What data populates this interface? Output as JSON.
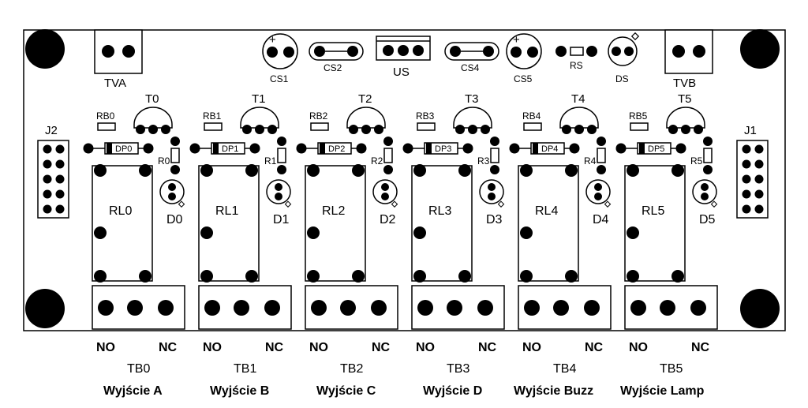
{
  "top": {
    "TVA": "TVA",
    "CS1": "CS1",
    "CS2": "CS2",
    "US": "US",
    "CS4": "CS4",
    "CS5": "CS5",
    "RS": "RS",
    "DS": "DS",
    "TVB": "TVB",
    "J2": "J2",
    "J1": "J1",
    "plus": "+"
  },
  "channels": [
    {
      "rb": "RB0",
      "t": "T0",
      "dp": "DP0",
      "r": "R0",
      "d": "D0",
      "rl": "RL0",
      "no": "NO",
      "nc": "NC",
      "tb": "TB0",
      "out": "Wyjście A"
    },
    {
      "rb": "RB1",
      "t": "T1",
      "dp": "DP1",
      "r": "R1",
      "d": "D1",
      "rl": "RL1",
      "no": "NO",
      "nc": "NC",
      "tb": "TB1",
      "out": "Wyjście B"
    },
    {
      "rb": "RB2",
      "t": "T2",
      "dp": "DP2",
      "r": "R2",
      "d": "D2",
      "rl": "RL2",
      "no": "NO",
      "nc": "NC",
      "tb": "TB2",
      "out": "Wyjście C"
    },
    {
      "rb": "RB3",
      "t": "T3",
      "dp": "DP3",
      "r": "R3",
      "d": "D3",
      "rl": "RL3",
      "no": "NO",
      "nc": "NC",
      "tb": "TB3",
      "out": "Wyjście D"
    },
    {
      "rb": "RB4",
      "t": "T4",
      "dp": "DP4",
      "r": "R4",
      "d": "D4",
      "rl": "RL4",
      "no": "NO",
      "nc": "NC",
      "tb": "TB4",
      "out": "Wyjście Buzz"
    },
    {
      "rb": "RB5",
      "t": "T5",
      "dp": "DP5",
      "r": "R5",
      "d": "D5",
      "rl": "RL5",
      "no": "NO",
      "nc": "NC",
      "tb": "TB5",
      "out": "Wyjście Lamp"
    }
  ]
}
